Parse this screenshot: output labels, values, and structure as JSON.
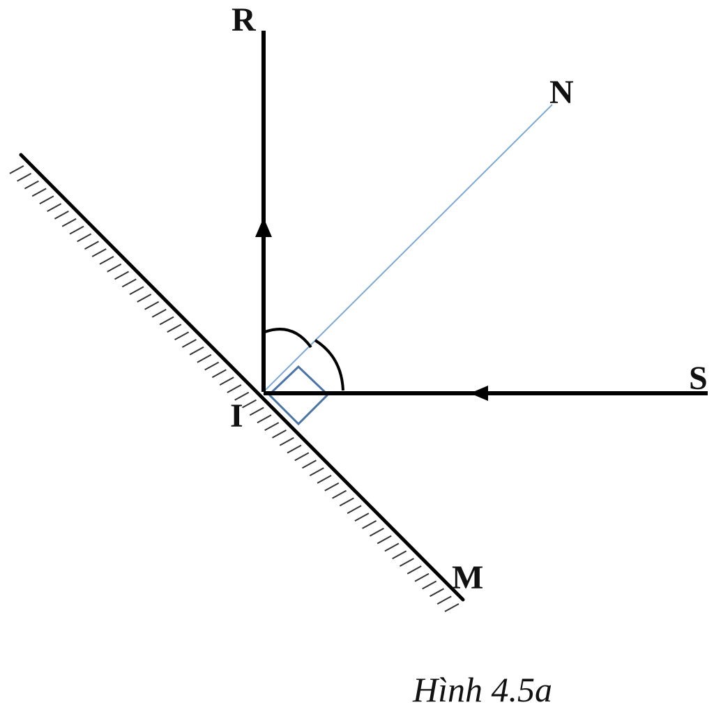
{
  "labels": {
    "reflected": "R",
    "normal": "N",
    "incident": "S",
    "point": "I",
    "mirror": "M"
  },
  "caption": "Hình 4.5a",
  "colors": {
    "ray": "#000000",
    "normal_line": "#7aa7d4",
    "right_angle_mark": "#4a73a8",
    "hatch": "#333333",
    "background": "#ffffff"
  }
}
